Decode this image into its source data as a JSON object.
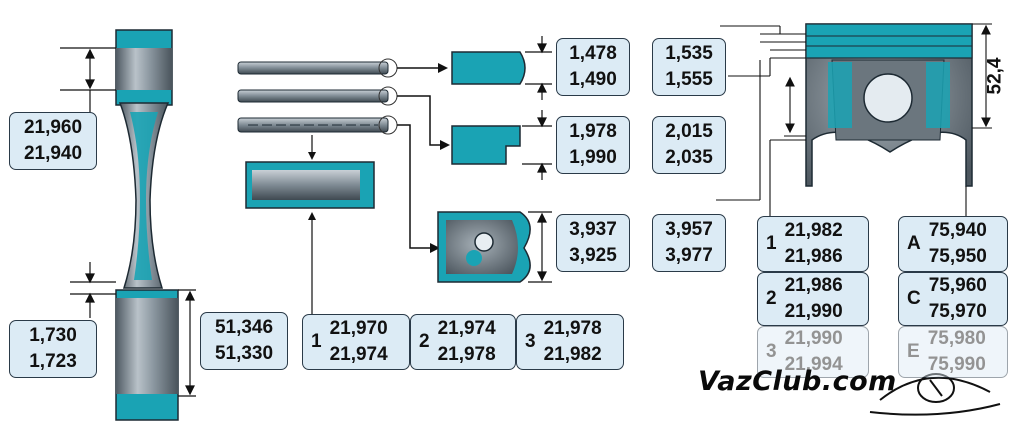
{
  "rod": {
    "small_end_bore": [
      "21,960",
      "21,940"
    ],
    "big_end_width": [
      "1,730",
      "1,723"
    ],
    "big_end_bore": [
      "51,346",
      "51,330"
    ]
  },
  "rings": {
    "top_ring": [
      "1,478",
      "1,490"
    ],
    "second_ring": [
      "1,978",
      "1,990"
    ],
    "oil_ring": [
      "3,937",
      "3,925"
    ]
  },
  "pin_classes": [
    {
      "label": "1",
      "values": [
        "21,970",
        "21,974"
      ]
    },
    {
      "label": "2",
      "values": [
        "21,974",
        "21,978"
      ]
    },
    {
      "label": "3",
      "values": [
        "21,978",
        "21,982"
      ]
    }
  ],
  "piston": {
    "groove_1": [
      "1,535",
      "1,555"
    ],
    "groove_2": [
      "2,015",
      "2,035"
    ],
    "groove_3": [
      "3,957",
      "3,977"
    ],
    "height": "52,4",
    "pin_bore_classes": [
      {
        "label": "1",
        "values": [
          "21,982",
          "21,986"
        ]
      },
      {
        "label": "2",
        "values": [
          "21,986",
          "21,990"
        ]
      },
      {
        "label": "3",
        "values": [
          "21,990",
          "21,994"
        ]
      }
    ],
    "diameter_classes": [
      {
        "label": "A",
        "values": [
          "75,940",
          "75,950"
        ]
      },
      {
        "label": "C",
        "values": [
          "75,960",
          "75,970"
        ]
      },
      {
        "label": "E",
        "values": [
          "75,980",
          "75,990"
        ]
      }
    ]
  },
  "watermark": "VazClub.com",
  "colors": {
    "teal": "#1aa3b4",
    "metal": "#7e8a94",
    "box_fill": "#dcebf5",
    "outline": "#2a3a48"
  }
}
